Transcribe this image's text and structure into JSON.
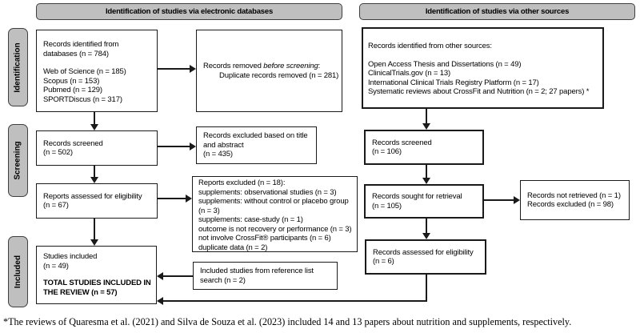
{
  "headers": {
    "electronic": "Identification of studies via electronic databases",
    "other": "Identification of studies via other sources"
  },
  "stages": {
    "identification": "Identification",
    "screening": "Screening",
    "included": "Included"
  },
  "left": {
    "identified": {
      "l1": "Records identified from",
      "l2": "databases (n = 784)",
      "s0": "Web of Science (n = 185)",
      "s1": "Scopus (n = 153)",
      "s2": "Pubmed (n = 129)",
      "s3": "SPORTDiscus (n = 317)"
    },
    "removed": {
      "prefix": "Records removed ",
      "italic": "before screening",
      "suffix": ":",
      "l2": "Duplicate records removed (n = 281)"
    },
    "screened": {
      "l1": "Records screened",
      "l2": "(n = 502)"
    },
    "excluded_title": {
      "l1": "Records excluded based on title",
      "l2": "and abstract",
      "l3": "(n = 435)"
    },
    "assessed": {
      "l1": "Reports assessed for eligibility",
      "l2": "(n = 67)"
    },
    "reports_excluded": {
      "l1": "Reports excluded (n = 18):",
      "l2": "supplements: observational studies (n = 3)",
      "l3": "supplements: without control or placebo group",
      "l3b": "(n = 3)",
      "l4": "supplements: case-study (n = 1)",
      "l5": "outcome is not recovery or performance (n = 3)",
      "l6": "not involve CrossFit® participants (n = 6)",
      "l7": "duplicate data (n = 2)"
    },
    "included": {
      "l1": "Studies included",
      "l2": "(n = 49)",
      "b1": "TOTAL STUDIES INCLUDED IN",
      "b2": "THE REVIEW (n = 57)"
    },
    "reference": {
      "l1": "Included studies from reference list",
      "l2": "search (n = 2)"
    }
  },
  "right": {
    "identified": {
      "title": "Records identified from other sources:",
      "s0": "Open Access Thesis and Dissertations (n = 49)",
      "s1": "ClinicalTrials.gov (n = 13)",
      "s2": "International Clinical Trials Registry Platform (n = 17)",
      "s3": "Systematic reviews about CrossFit and Nutrition (n = 2; 27 papers) *"
    },
    "screened": {
      "l1": "Records screened",
      "l2": "(n = 106)"
    },
    "sought": {
      "l1": "Records sought for retrieval",
      "l2": "(n = 105)"
    },
    "not_retrieved": {
      "l1": "Records not retrieved (n = 1)",
      "l2": "Records excluded (n = 98)"
    },
    "assessed": {
      "l1": "Records assessed for eligibility",
      "l2": "(n = 6)"
    }
  },
  "footnote": "*The reviews of Quaresma et al. (2021) and Silva de Souza et al. (2023) included 14 and 13 papers about nutrition and supplements, respectively.",
  "colors": {
    "stage_fill": "#bfbfbf",
    "stage_border": "#3f3f3f",
    "box_border": "#1a1a1a",
    "text": "#000000"
  }
}
